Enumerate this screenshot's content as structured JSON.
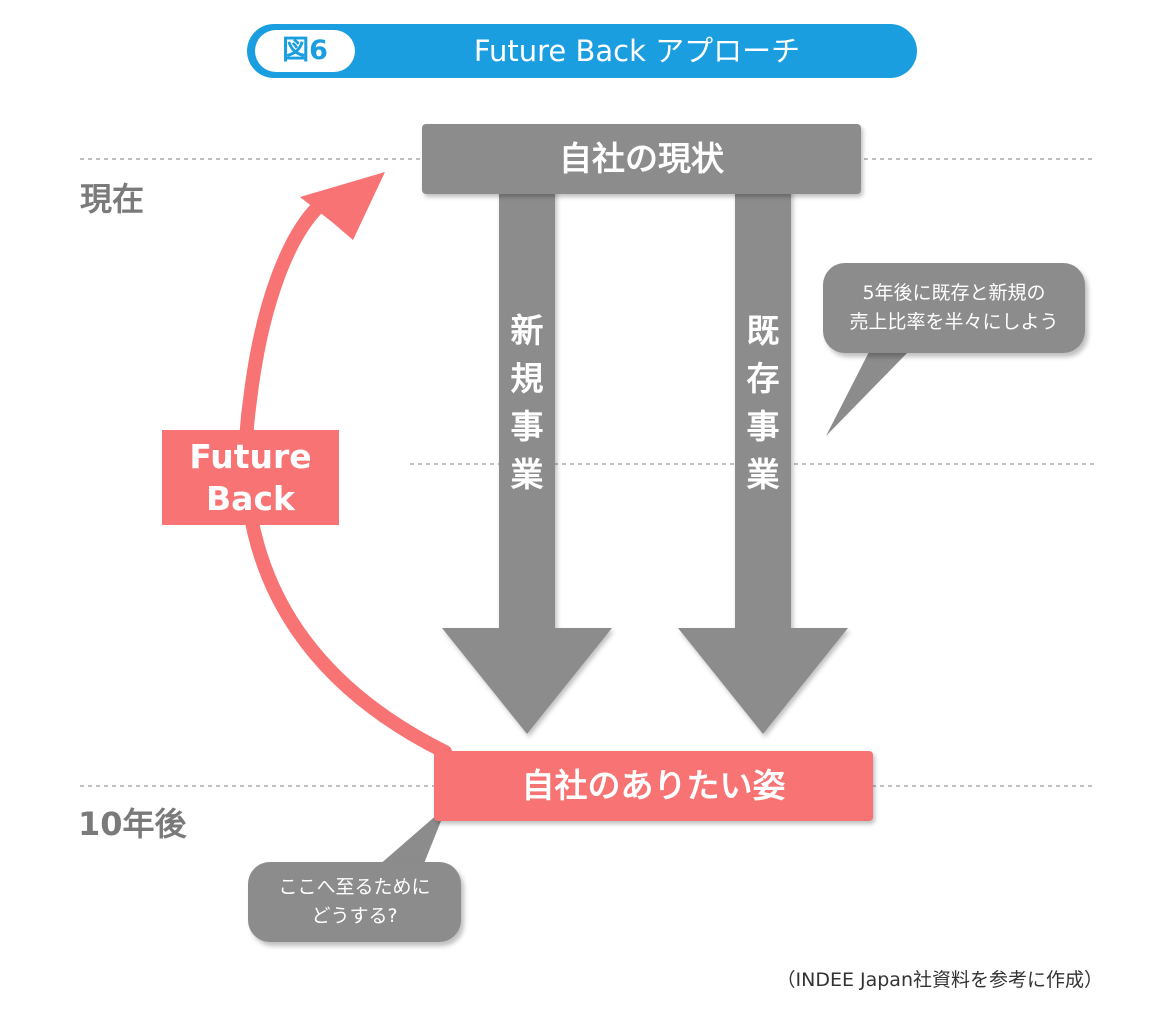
{
  "title": {
    "badge": "図6",
    "text": "Future Back アプローチ"
  },
  "timeline": {
    "present": "現在",
    "future": "10年後"
  },
  "boxes": {
    "current_state": "自社の現状",
    "ideal_state": "自社のありたい姿",
    "future_back_line1": "Future",
    "future_back_line2": "Back"
  },
  "arrows": {
    "new_business": "新規事業",
    "existing_business": "既存事業"
  },
  "callouts": {
    "sales_ratio_line1": "5年後に既存と新規の",
    "sales_ratio_line2": "売上比率を半々にしよう",
    "how_to_reach_line1": "ここへ至るために",
    "how_to_reach_line2": "どうする?"
  },
  "source": "（INDEE Japan社資料を参考に作成）",
  "colors": {
    "title_blue": "#1a9ee0",
    "gray": "#8c8c8c",
    "coral": "#f87373",
    "label_gray": "#7a7a7a"
  }
}
